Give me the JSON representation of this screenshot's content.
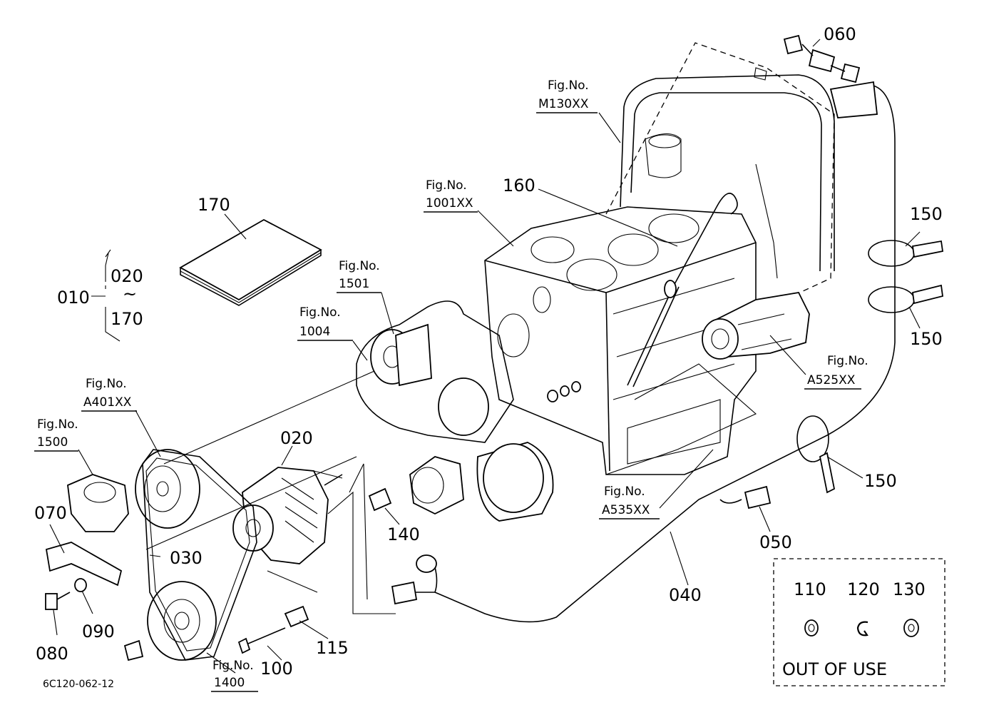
{
  "diagram_code": "6C120-062-12",
  "set_range": {
    "parent": "010",
    "from": "020",
    "tilde": "~",
    "to": "170"
  },
  "callouts": [
    {
      "id": "060",
      "label": "060"
    },
    {
      "id": "170",
      "label": "170"
    },
    {
      "id": "160",
      "label": "160"
    },
    {
      "id": "150a",
      "label": "150"
    },
    {
      "id": "150b",
      "label": "150"
    },
    {
      "id": "150c",
      "label": "150"
    },
    {
      "id": "020",
      "label": "020"
    },
    {
      "id": "140",
      "label": "140"
    },
    {
      "id": "070",
      "label": "070"
    },
    {
      "id": "030",
      "label": "030"
    },
    {
      "id": "090",
      "label": "090"
    },
    {
      "id": "080",
      "label": "080"
    },
    {
      "id": "115",
      "label": "115"
    },
    {
      "id": "100",
      "label": "100"
    },
    {
      "id": "050",
      "label": "050"
    },
    {
      "id": "040",
      "label": "040"
    }
  ],
  "fig_refs": [
    {
      "id": "m130",
      "line1": "Fig.No.",
      "line2": "M130XX"
    },
    {
      "id": "1001",
      "line1": "Fig.No.",
      "line2": "1001XX"
    },
    {
      "id": "1501",
      "line1": "Fig.No.",
      "line2": "1501"
    },
    {
      "id": "1004",
      "line1": "Fig.No.",
      "line2": "1004"
    },
    {
      "id": "a401",
      "line1": "Fig.No.",
      "line2": "A401XX"
    },
    {
      "id": "1500",
      "line1": "Fig.No.",
      "line2": "1500"
    },
    {
      "id": "a525",
      "line1": "Fig.No.",
      "line2": "A525XX"
    },
    {
      "id": "a535",
      "line1": "Fig.No.",
      "line2": "A535XX"
    },
    {
      "id": "1400",
      "line1": "Fig.No.",
      "line2": "1400"
    }
  ],
  "out_of_use": {
    "title": "OUT OF USE",
    "items": [
      "110",
      "120",
      "130"
    ]
  }
}
